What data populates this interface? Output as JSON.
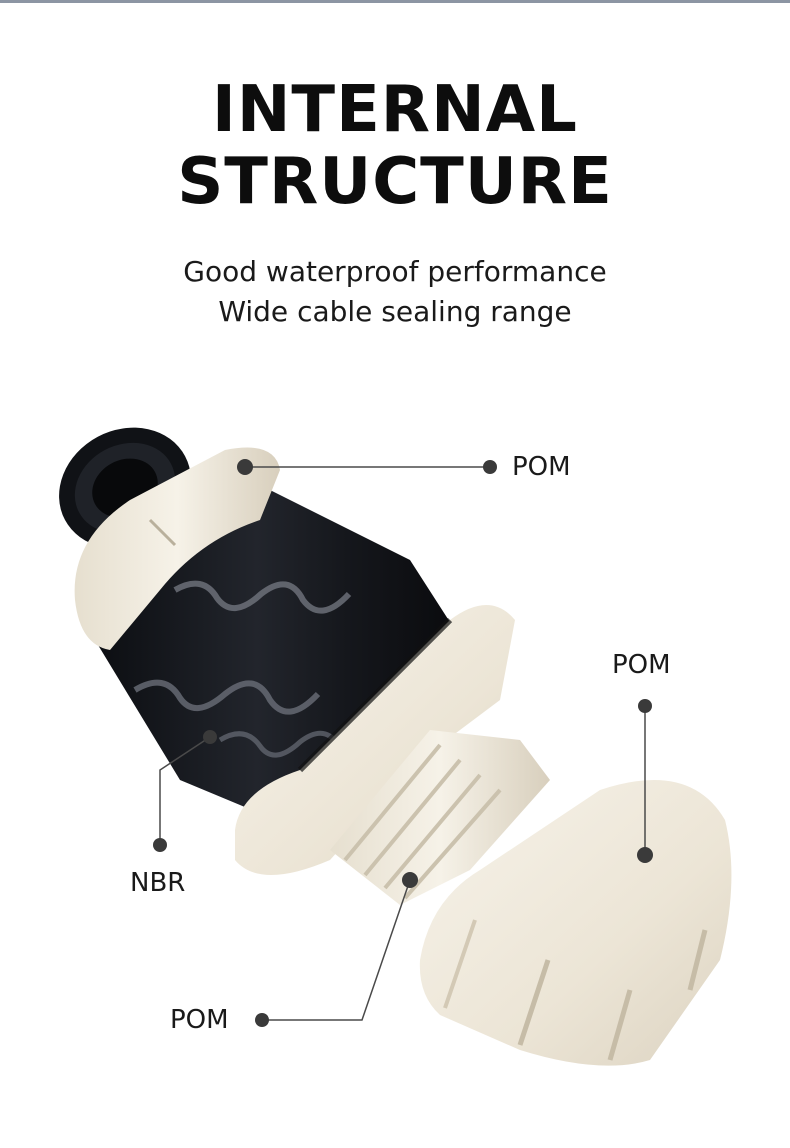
{
  "heading": {
    "line1": "INTERNAL",
    "line2": "STRUCTURE"
  },
  "subheading": {
    "line1": "Good waterproof performance",
    "line2": "Wide cable sealing range"
  },
  "callouts": {
    "top_ring": "POM",
    "end_cap": "POM",
    "seal": "NBR",
    "body_thread": "POM"
  },
  "colors": {
    "text": "#111111",
    "leader": "#4a4a4a",
    "dot": "#3a3a3a",
    "pom": "#efe9dc",
    "nbr": "#14161b"
  }
}
